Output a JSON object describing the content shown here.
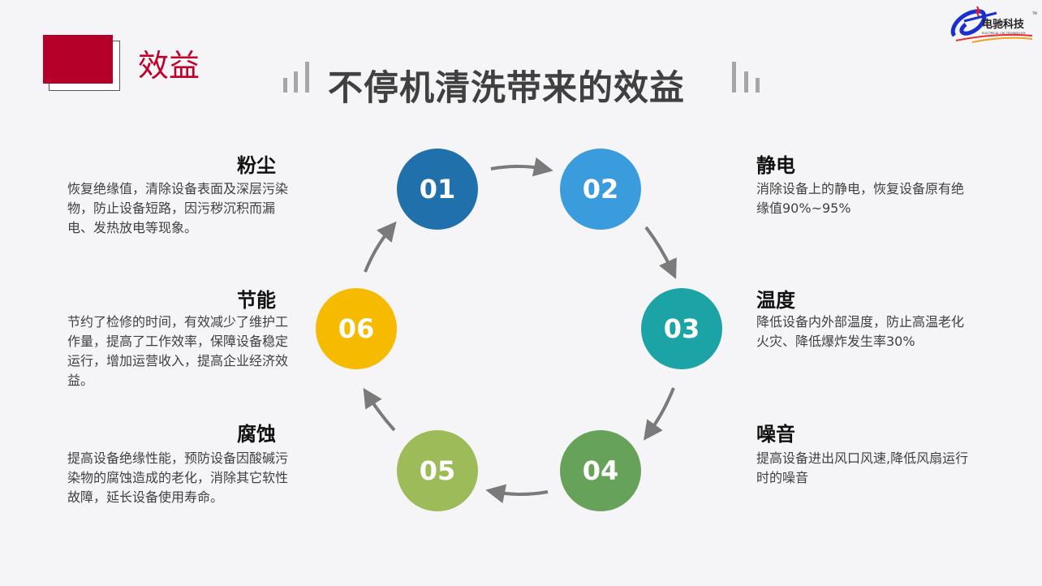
{
  "logo": {
    "text": "电驰科技",
    "subtext": "ELECTRICAL CHI TECHNOLOGY",
    "tm": "TM"
  },
  "section_label": "效益",
  "title": "不停机清洗带来的效益",
  "steps": [
    {
      "num": "01",
      "color": "#1f70ab",
      "heading": "粉尘",
      "text": "恢复绝缘值，清除设备表面及深层污染物，防止设备短路，因污秽沉积而漏电、发热放电等现象。"
    },
    {
      "num": "02",
      "color": "#3a9bdd",
      "heading": "静电",
      "text": "消除设备上的静电，恢复设备原有绝缘值90%~95%"
    },
    {
      "num": "03",
      "color": "#1ba3a6",
      "heading": "温度",
      "text": "降低设备内外部温度，防止高温老化火灾、降低爆炸发生率30%"
    },
    {
      "num": "04",
      "color": "#67a25a",
      "heading": "噪音",
      "text": "提高设备进出风口风速,降低风扇运行时的噪音"
    },
    {
      "num": "05",
      "color": "#9dbb58",
      "heading": "腐蚀",
      "text": "提高设备绝缘性能，预防设备因酸碱污染物的腐蚀造成的老化，消除其它软性故障，延长设备使用寿命。"
    },
    {
      "num": "06",
      "color": "#f6bb00",
      "heading": "节能",
      "text": "节约了检修的时间，有效减少了维护工作量，提高了工作效率，保障设备稳定运行，增加运营收入，提高企业经济效益。"
    }
  ]
}
